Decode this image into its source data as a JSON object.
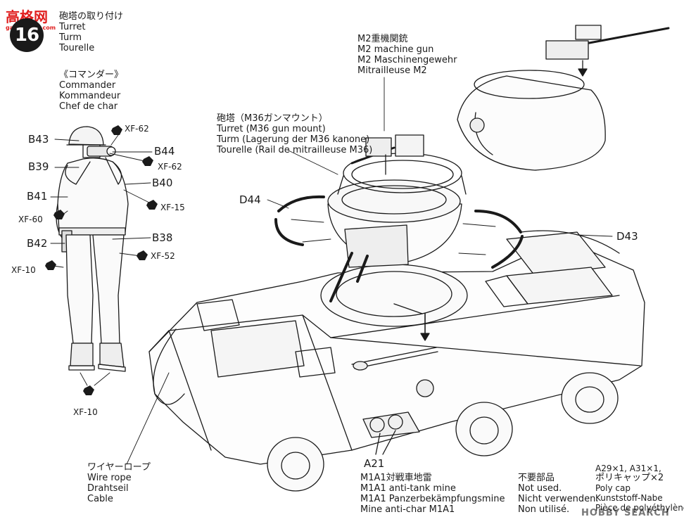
{
  "watermarks": {
    "left": "高格网",
    "left_small": "gaogeshop.com",
    "right": "HOBBY SEARCH"
  },
  "step": {
    "number": "16"
  },
  "header": {
    "jp": "砲塔の取り付け",
    "lines": [
      "Turret",
      "Turm",
      "Tourelle"
    ]
  },
  "commander": {
    "jp": "《コマンダー》",
    "lines": [
      "Commander",
      "Kommandeur",
      "Chef de char"
    ]
  },
  "m2": {
    "jp": "M2重機関銃",
    "lines": [
      "M2 machine gun",
      "M2 Maschinengewehr",
      "Mitrailleuse M2"
    ]
  },
  "m36": {
    "jp": "砲塔（M36ガンマウント）",
    "lines": [
      "Turret (M36 gun mount)",
      "Turm (Lagerung der M36 kanone)",
      "Tourelle (Rail de mitrailleuse M36)"
    ]
  },
  "parts": {
    "b43": "B43",
    "b44": "B44",
    "b39": "B39",
    "b40": "B40",
    "b41": "B41",
    "b38": "B38",
    "b42": "B42",
    "d44": "D44",
    "d43": "D43",
    "a21": "A21"
  },
  "paints": {
    "p1": "XF-62",
    "p2": "XF-62",
    "p3": "XF-15",
    "p4": "XF-60",
    "p5": "XF-52",
    "p6": "XF-10",
    "p7": "XF-10"
  },
  "wire": {
    "jp": "ワイヤーロープ",
    "lines": [
      "Wire rope",
      "Drahtseil",
      "Cable"
    ]
  },
  "mine": {
    "jp": "M1A1対戦車地雷",
    "lines": [
      "M1A1 anti-tank mine",
      "M1A1 Panzerbekämpfungsmine",
      "Mine anti-char M1A1"
    ]
  },
  "notused": {
    "jp": "不要部品",
    "lines": [
      "Not used.",
      "Nicht verwenden.",
      "Non utilisé."
    ]
  },
  "polycap": {
    "code": "A29×1, A31×1,",
    "jp": "ポリキャップ×2",
    "lines": [
      "Poly cap",
      "Kunststoff-Nabe",
      "Pièce de polyéthylène"
    ]
  }
}
